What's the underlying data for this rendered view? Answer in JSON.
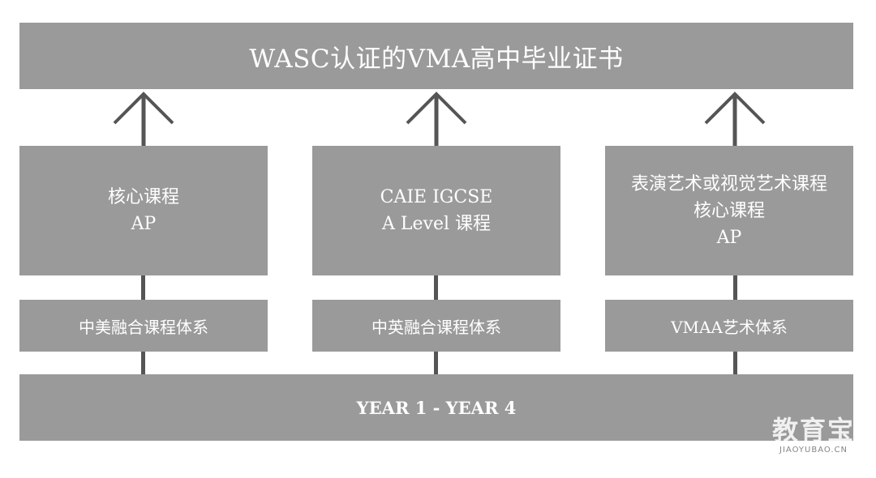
{
  "header": {
    "title": "WASC认证的VMA高中毕业证书"
  },
  "columns": [
    {
      "course_lines": [
        "核心课程",
        "AP"
      ],
      "system": "中美融合课程体系"
    },
    {
      "course_lines": [
        "CAIE IGCSE",
        "A Level 课程"
      ],
      "system": "中英融合课程体系"
    },
    {
      "course_lines": [
        "表演艺术或视觉艺术课程",
        "核心课程",
        "AP"
      ],
      "system": "VMAA艺术体系"
    }
  ],
  "base": {
    "label": "YEAR 1 - YEAR 4"
  },
  "watermark": {
    "main": "教育宝",
    "sub": "JIAOYUBAO.CN"
  },
  "colors": {
    "box": "#9a9a9a",
    "connector": "#555555",
    "text": "#ffffff"
  },
  "icons": {
    "arrow": "arrow-up-icon"
  }
}
